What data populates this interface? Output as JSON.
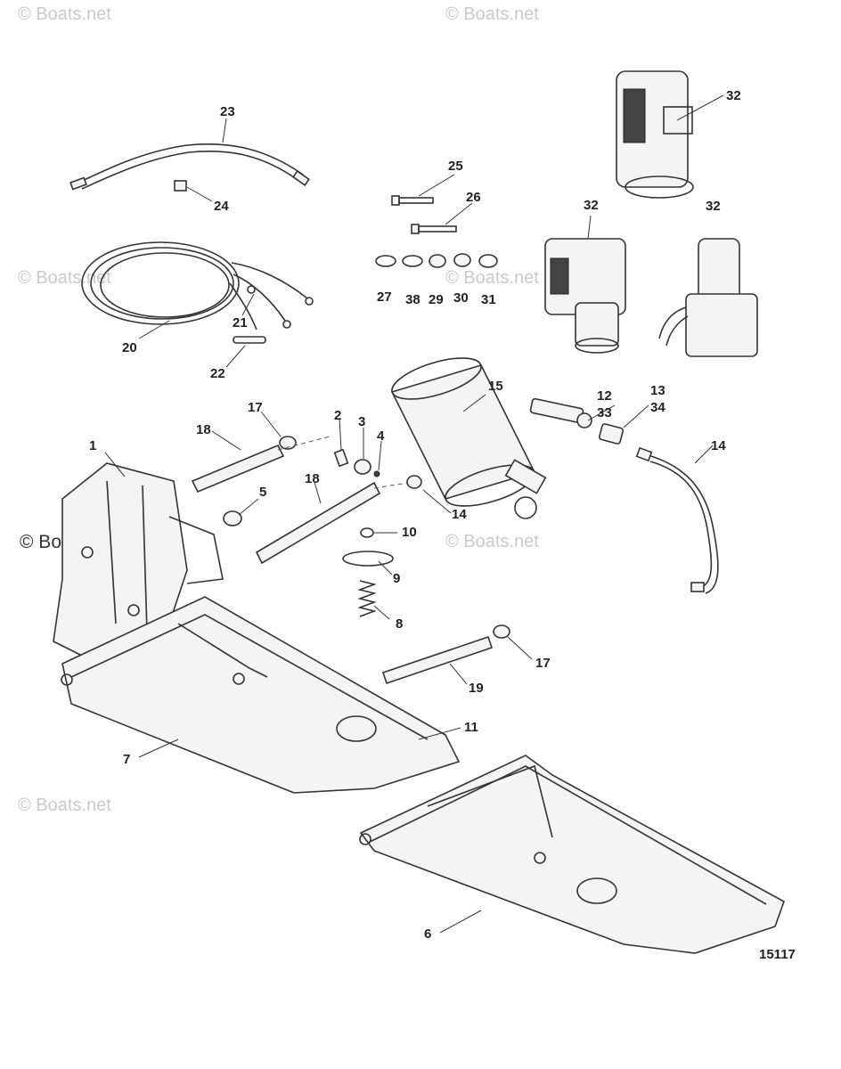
{
  "watermark": "© Boats.net",
  "figure_number": "15117",
  "callouts": {
    "c1": "1",
    "c2": "2",
    "c3": "3",
    "c4": "4",
    "c5": "5",
    "c6": "6",
    "c7": "7",
    "c8": "8",
    "c9": "9",
    "c10": "10",
    "c11": "11",
    "c12": "12",
    "c13": "13",
    "c14a": "14",
    "c14b": "14",
    "c15": "15",
    "c17a": "17",
    "c17b": "17",
    "c18a": "18",
    "c18b": "18",
    "c19": "19",
    "c20": "20",
    "c21": "21",
    "c22": "22",
    "c23": "23",
    "c24": "24",
    "c25": "25",
    "c26": "26",
    "c27": "27",
    "c29": "29",
    "c30": "30",
    "c31": "31",
    "c32a": "32",
    "c32b": "32",
    "c32c": "32",
    "c33": "33",
    "c34": "34",
    "c38": "38"
  }
}
